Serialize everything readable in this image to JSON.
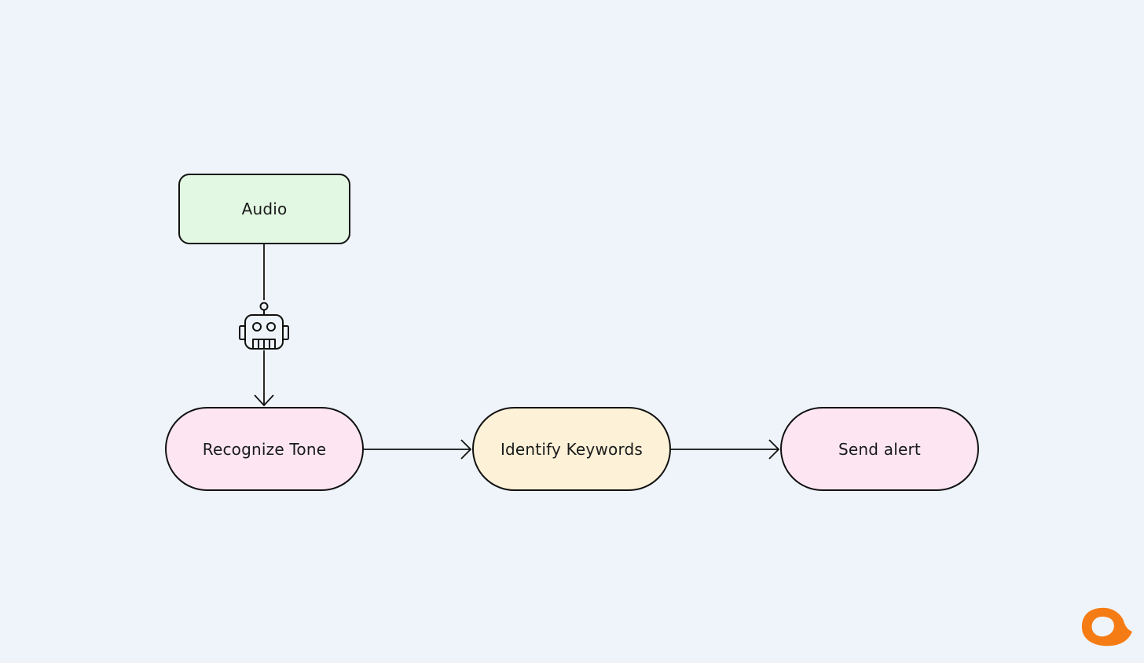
{
  "diagram": {
    "background": "#eff4fa",
    "stroke_color": "#111111",
    "nodes": {
      "audio": {
        "label": "Audio",
        "fill": "#e2f8e2",
        "shape": "rounded-rectangle"
      },
      "recognize_tone": {
        "label": "Recognize Tone",
        "fill": "#fde6f2",
        "shape": "pill"
      },
      "identify_keywords": {
        "label": "Identify Keywords",
        "fill": "#fdf1d8",
        "shape": "pill"
      },
      "send_alert": {
        "label": "Send alert",
        "fill": "#fde6f2",
        "shape": "pill"
      }
    },
    "edges": [
      {
        "from": "audio",
        "to": "recognize_tone",
        "icon": "robot-icon"
      },
      {
        "from": "recognize_tone",
        "to": "identify_keywords"
      },
      {
        "from": "identify_keywords",
        "to": "send_alert"
      }
    ],
    "brand": {
      "icon": "brand-logo-icon",
      "color": "#f57c14"
    }
  }
}
